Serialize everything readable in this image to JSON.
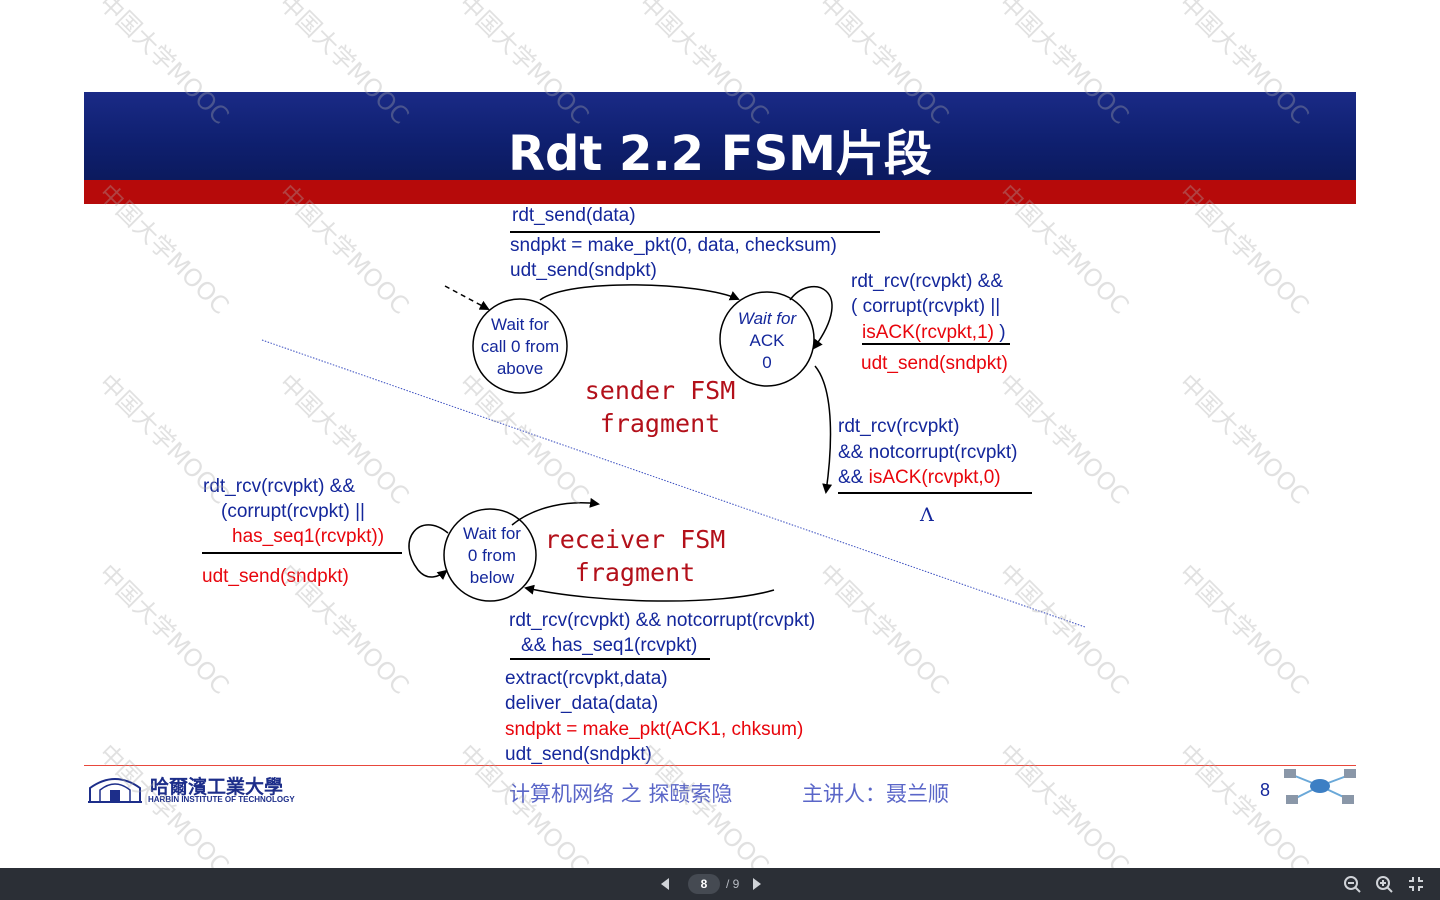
{
  "slide": {
    "title": "Rdt 2.2 FSM片段",
    "colors": {
      "title_bar": "#0e1f6e",
      "accent_bar": "#b60a0a",
      "text_blue": "#14279b",
      "text_red": "#e8050c"
    }
  },
  "diagram": {
    "sender": {
      "state_wait_call": [
        "Wait for",
        "call 0 from",
        "above"
      ],
      "state_wait_ack": [
        "Wait for",
        "ACK",
        "0"
      ],
      "fragment_label": [
        "sender FSM",
        "fragment"
      ],
      "t1_event": "rdt_send(data)",
      "t1_actions": [
        "sndpkt = make_pkt(0, data, checksum)",
        "udt_send(sndpkt)"
      ],
      "self_loop_event": [
        "rdt_rcv(rcvpkt) &&",
        "( corrupt(rcvpkt) ||",
        "isACK(rcvpkt,1)",
        " )"
      ],
      "self_loop_action": "udt_send(sndpkt)",
      "t2_event": [
        "rdt_rcv(rcvpkt)",
        "&& notcorrupt(rcvpkt)",
        "&& ",
        "isACK(rcvpkt,0)"
      ],
      "t2_action": "Λ"
    },
    "receiver": {
      "state_wait_0": [
        "Wait for",
        "0 from",
        "below"
      ],
      "fragment_label": [
        "receiver FSM",
        "fragment"
      ],
      "self_loop_event": [
        "rdt_rcv(rcvpkt) &&",
        "(corrupt(rcvpkt) ||",
        "has_seq1(rcvpkt))"
      ],
      "self_loop_action": "udt_send(sndpkt)",
      "t_event": [
        "rdt_rcv(rcvpkt) && notcorrupt(rcvpkt)",
        "&& has_seq1(rcvpkt)"
      ],
      "t_actions": [
        "extract(rcvpkt,data)",
        "deliver_data(data)",
        "sndpkt = make_pkt(ACK1, chksum)",
        "udt_send(sndpkt)"
      ]
    }
  },
  "footer": {
    "logo_cn": "哈爾濱工業大學",
    "logo_en": "HARBIN INSTITUTE OF TECHNOLOGY",
    "course": "计算机网络 之 探赜索隐",
    "lecturer": "主讲人：聂兰顺",
    "page": "8"
  },
  "watermark": "中国大学MOOC",
  "viewer": {
    "current_page": "8",
    "total_pages": "/ 9",
    "icons": [
      "prev-page-icon",
      "next-page-icon",
      "zoom-out-icon",
      "zoom-in-icon",
      "fullscreen-exit-icon"
    ]
  }
}
